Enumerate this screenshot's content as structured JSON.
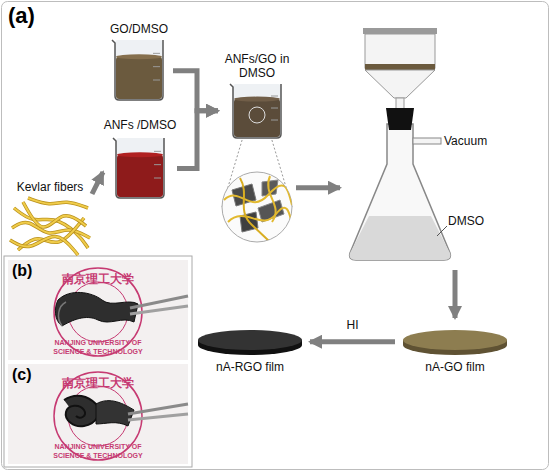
{
  "diagram": {
    "nodes": [
      {
        "text": [
          "Kevlar fibers"
        ]
      },
      {
        "text": [
          "GO/DMSO"
        ]
      },
      {
        "text": [
          "ANFs /DMSO"
        ]
      },
      {
        "text": [
          "ANFs/GO in DMSO"
        ]
      },
      {
        "text": [
          "Vacuum",
          "DMSO"
        ]
      },
      {
        "text": [
          "nA-GO film"
        ]
      },
      {
        "text": [
          "nA-RGO film"
        ]
      }
    ],
    "edges": [
      {
        "from": 0,
        "to": 2,
        "arrow": "to"
      },
      {
        "from": 1,
        "to": 3,
        "arrow": "to"
      },
      {
        "from": 2,
        "to": 3,
        "arrow": "to"
      },
      {
        "from": 3,
        "to": 4,
        "arrow": "to"
      },
      {
        "from": 4,
        "to": 5,
        "arrow": "to"
      },
      {
        "from": 5,
        "to": 6,
        "arrow": "to",
        "label": "HI"
      }
    ],
    "labels": [
      "(a)",
      "(b)",
      "(c)",
      "南京理工大学",
      "NANJING UNIVERSITY OF SCIENCE & TECHNOLOGY",
      "南京理工大学",
      "NANJING UNIVERSITY OF SCIENCE & TECHNOLOGY"
    ]
  }
}
